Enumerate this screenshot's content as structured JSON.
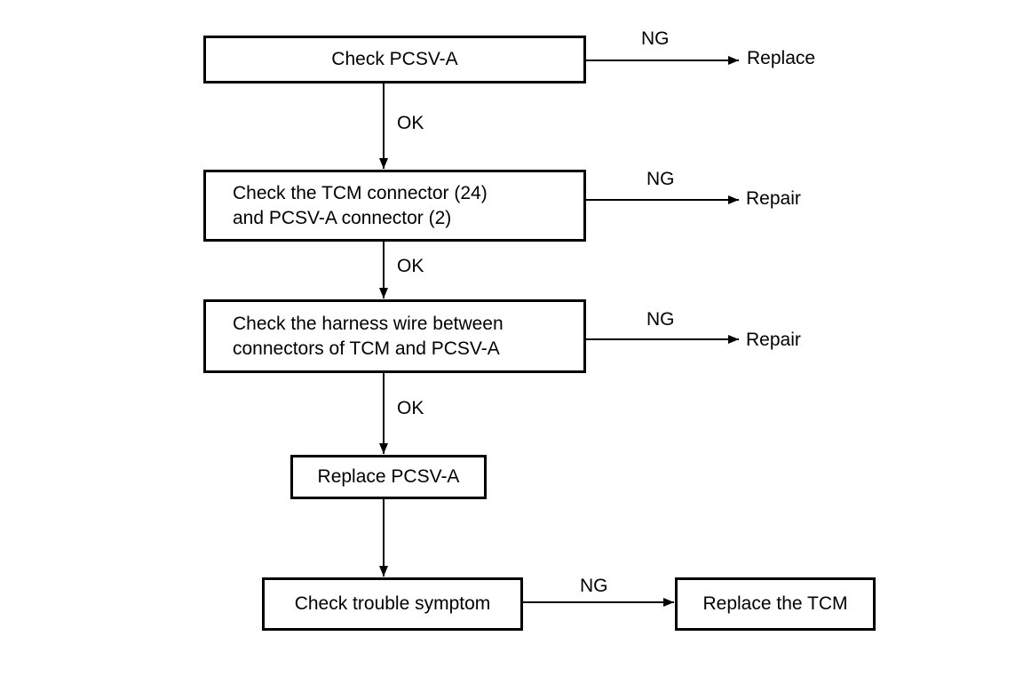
{
  "nodes": {
    "check_pcsv_a": {
      "lines": [
        "Check PCSV-A"
      ]
    },
    "check_connectors": {
      "lines": [
        "Check the TCM connector (24)",
        "and PCSV-A connector (2)"
      ]
    },
    "check_harness": {
      "lines": [
        "Check the harness wire between",
        "connectors of TCM and PCSV-A"
      ]
    },
    "replace_pcsv_a": {
      "lines": [
        "Replace PCSV-A"
      ]
    },
    "check_trouble": {
      "lines": [
        "Check trouble symptom"
      ]
    },
    "replace_tcm": {
      "lines": [
        "Replace the TCM"
      ]
    }
  },
  "outcomes": {
    "replace_1": "Replace",
    "repair_1": "Repair",
    "repair_2": "Repair"
  },
  "edge_labels": {
    "ok_1": "OK",
    "ok_2": "OK",
    "ok_3": "OK",
    "ng_1": "NG",
    "ng_2": "NG",
    "ng_3": "NG",
    "ng_4": "NG"
  },
  "colors": {
    "line": "#000000",
    "background": "#ffffff"
  }
}
